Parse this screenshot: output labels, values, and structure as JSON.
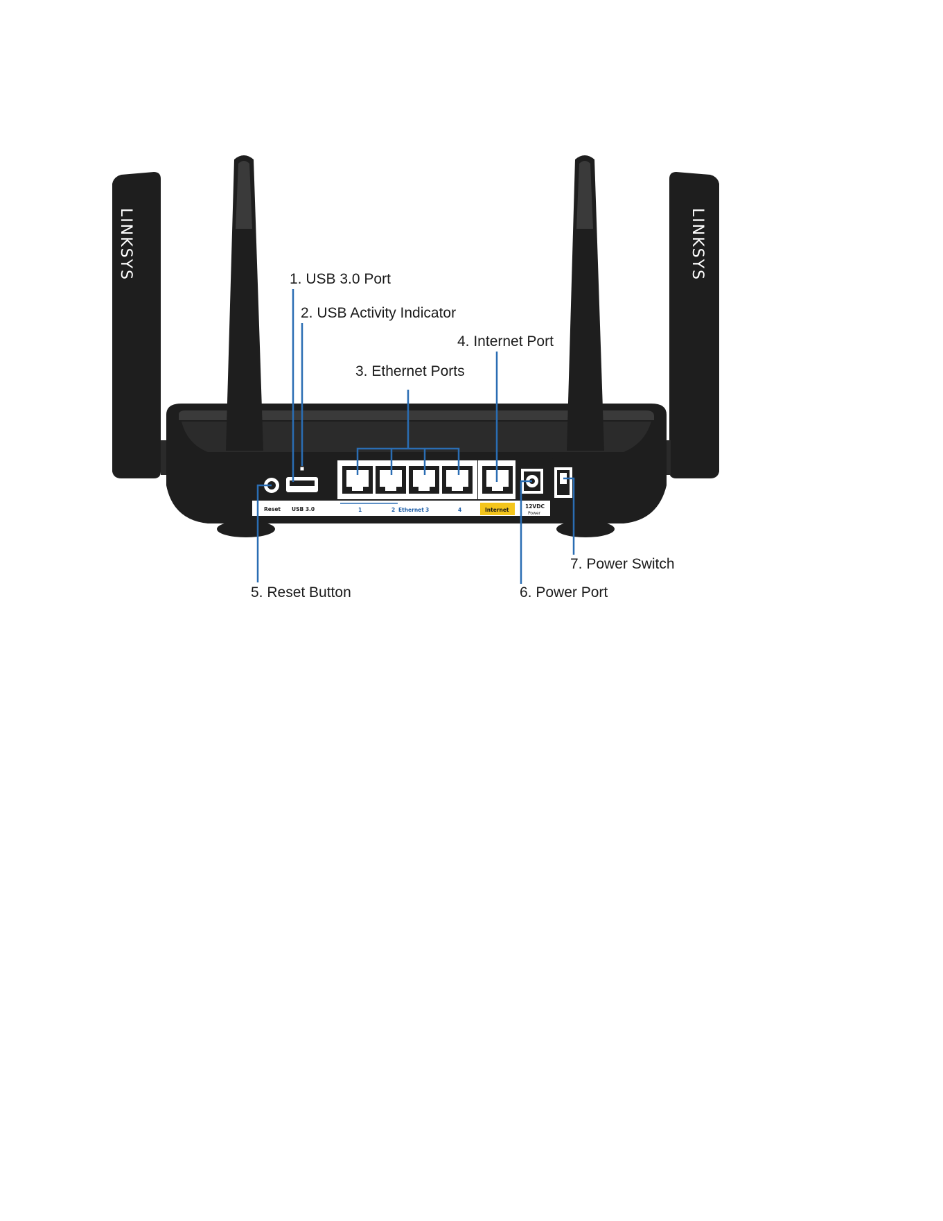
{
  "callouts": {
    "usb_port": "1. USB 3.0 Port",
    "usb_activity": "2. USB Activity Indicator",
    "ethernet_ports": "3. Ethernet Ports",
    "internet_port": "4. Internet Port",
    "reset_button": "5. Reset Button",
    "power_port": "6. Power Port",
    "power_switch": "7. Power Switch"
  },
  "panel_labels": {
    "reset": "Reset",
    "usb": "USB 3.0",
    "eth1": "1",
    "eth2": "2",
    "ethernet": "Ethernet",
    "eth3": "3",
    "eth4": "4",
    "internet": "Internet",
    "power_v": "12VDC",
    "power": "Power"
  },
  "brand": {
    "left": "LINKSYS",
    "right": "LINKSYS"
  },
  "colors": {
    "leader": "#2a6db3",
    "internet_highlight": "#f4c51c",
    "router_body": "#1e1e1e"
  }
}
